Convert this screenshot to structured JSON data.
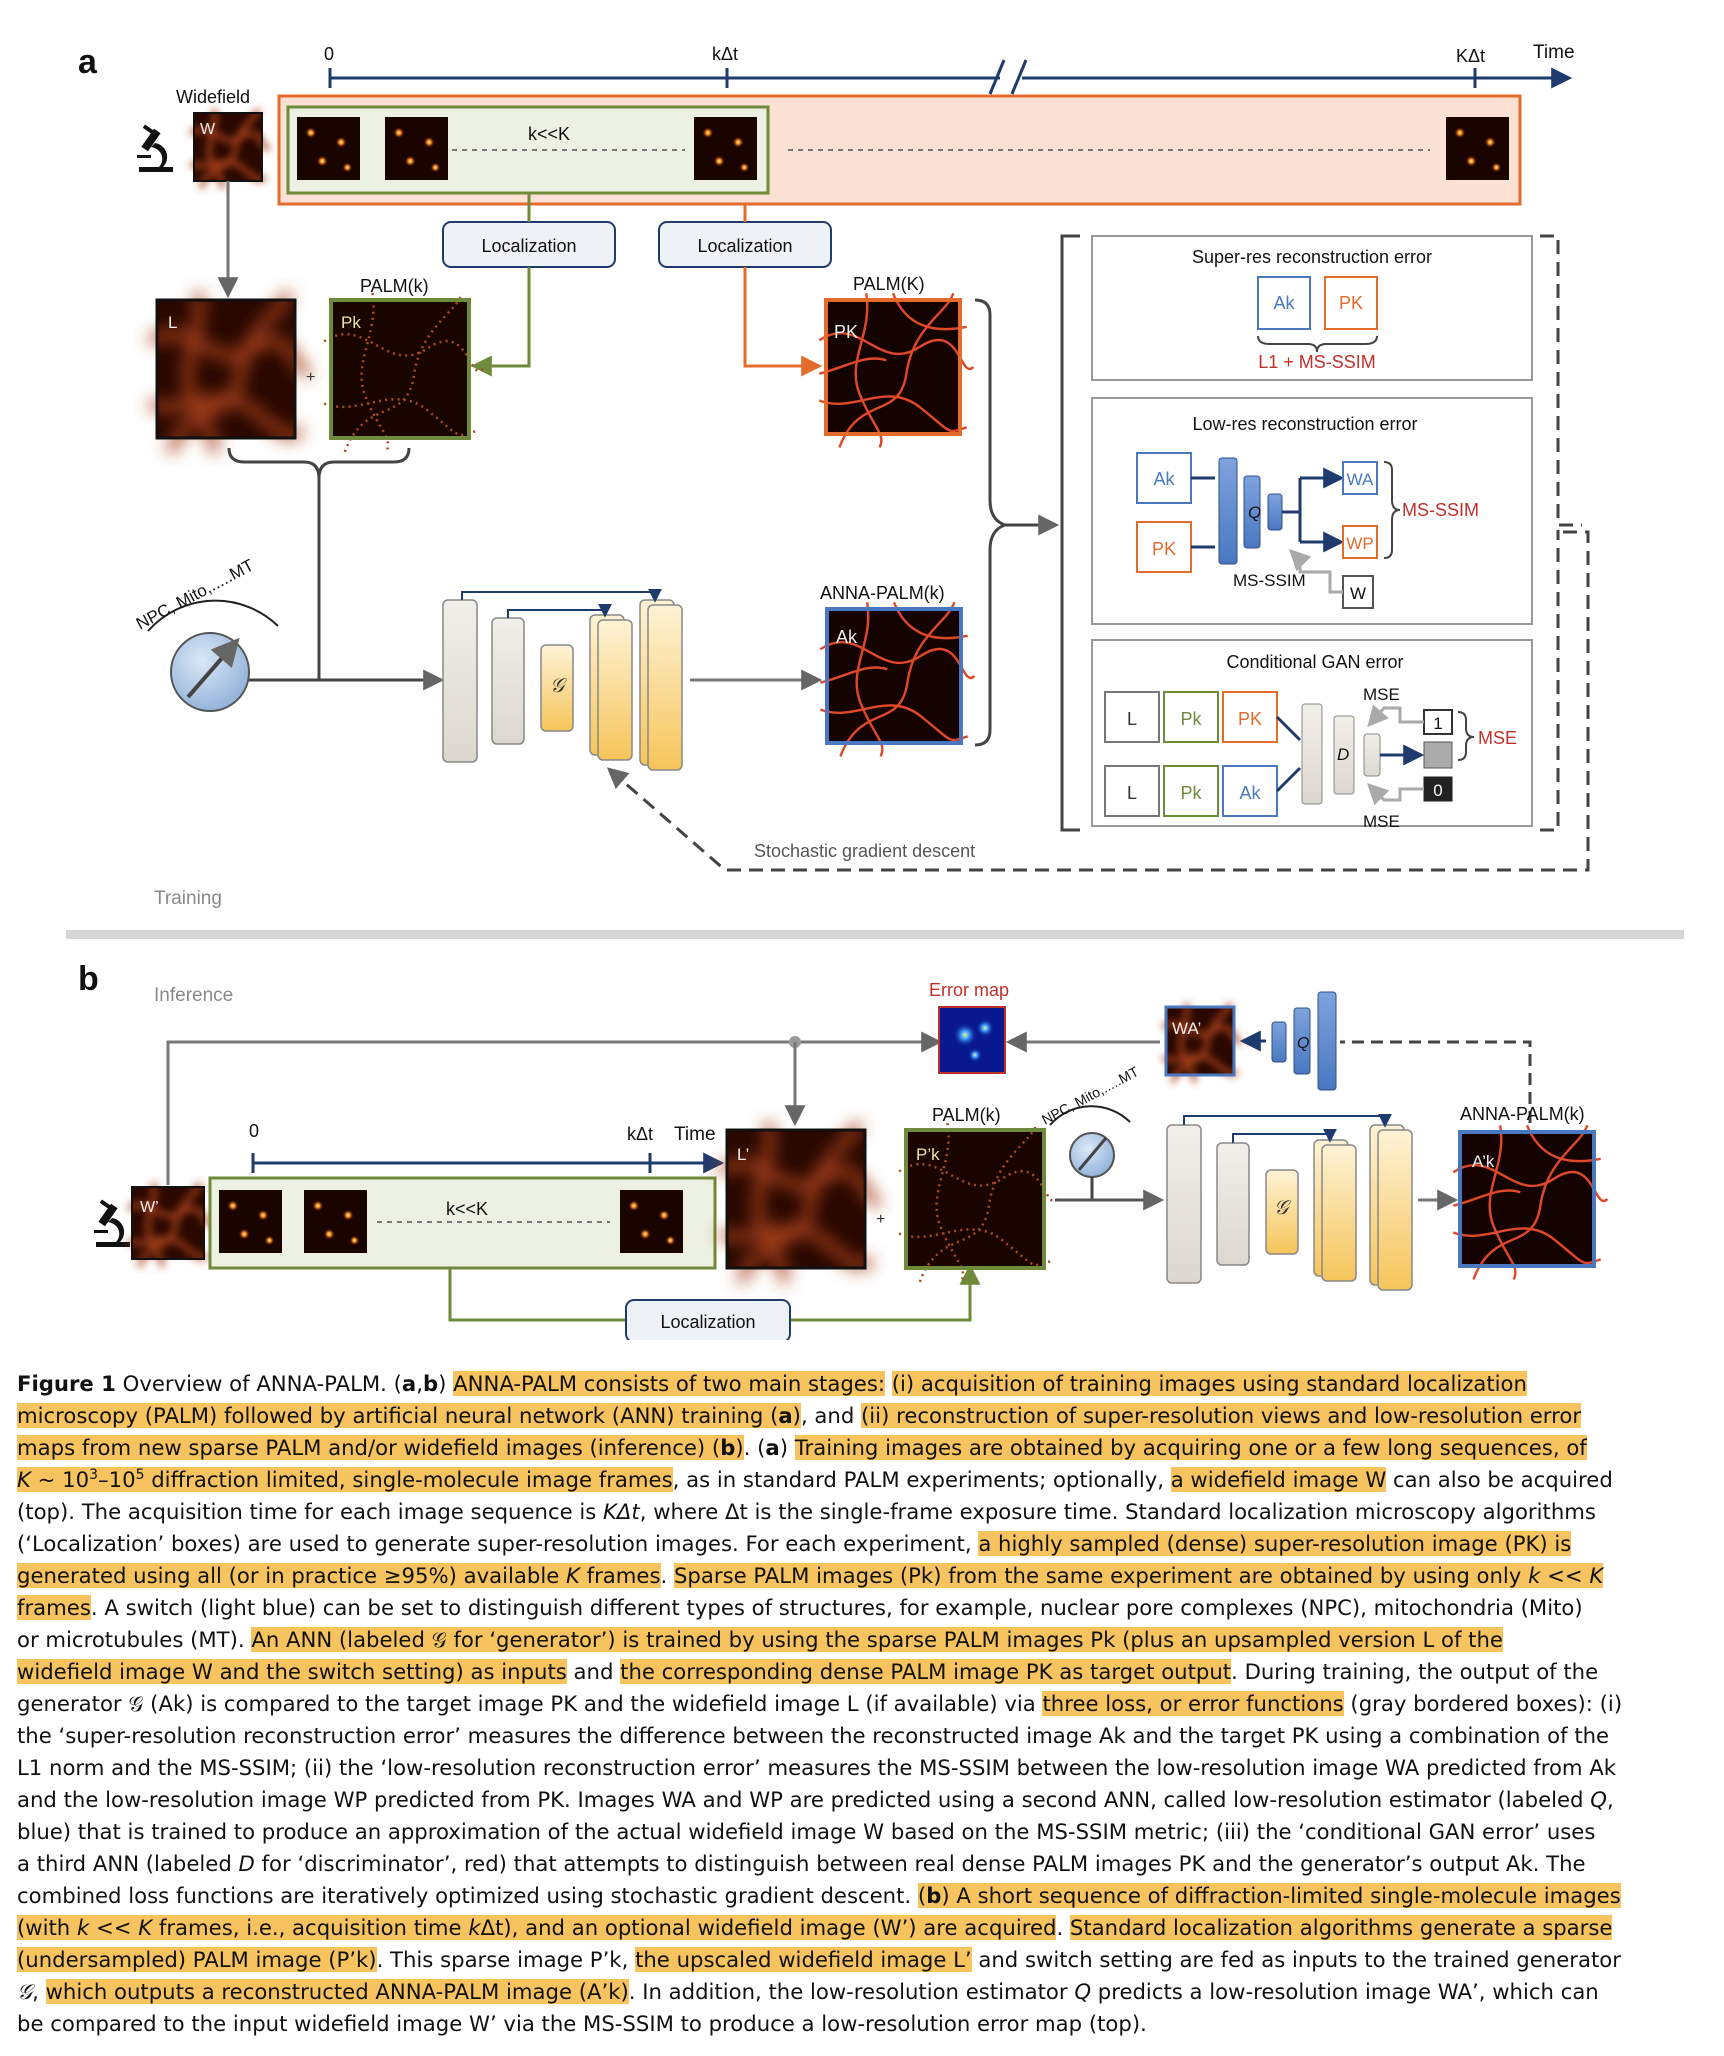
{
  "panel_a": {
    "label": "a",
    "time_axis": {
      "t0": "0",
      "tk": "kΔt",
      "tK": "KΔt",
      "title": "Time"
    },
    "widefield_title": "Widefield",
    "w_tag": "W",
    "k_lt_K": "k<<K",
    "localization": "Localization",
    "palm_k": "PALM(k)",
    "palm_K": "PALM(K)",
    "l_tag": "L",
    "pk_tag": "Pk",
    "PK_tag": "PK",
    "ak_tag": "Ak",
    "plus": "+",
    "anna_palm_k": "ANNA-PALM(k)",
    "switch_label": "NPC, Mito,.....MT",
    "g_symbol": "𝒢",
    "training": "Training",
    "sgd": "Stochastic gradient descent",
    "box1": {
      "title": "Super-res reconstruction error",
      "ak": "Ak",
      "pk": "PK",
      "metric": "L1 + MS-SSIM"
    },
    "box2": {
      "title": "Low-res reconstruction error",
      "ak": "Ak",
      "pk": "PK",
      "q": "Q",
      "wa": "WA",
      "wp": "WP",
      "w": "W",
      "msssim": "MS-SSIM",
      "msssim_red": "MS-SSIM"
    },
    "box3": {
      "title": "Conditional GAN error",
      "l": "L",
      "pk1": "Pk",
      "PK": "PK",
      "l2": "L",
      "pk2": "Pk",
      "ak": "Ak",
      "d": "D",
      "mse_top": "MSE",
      "mse_bottom": "MSE",
      "mse_red": "MSE",
      "one": "1",
      "zero": "0"
    }
  },
  "panel_b": {
    "label": "b",
    "inference": "Inference",
    "error_map": "Error map",
    "wa_prime": "WA’",
    "q": "Q",
    "time_axis": {
      "t0": "0",
      "tk": "kΔt",
      "title": "Time"
    },
    "w_prime": "W’",
    "k_lt_K": "k<<K",
    "l_prime": "L’",
    "plus": "+",
    "palm_k": "PALM(k)",
    "pk_prime": "P’k",
    "switch_label": "NPC, Mito,.....MT",
    "g_symbol": "𝒢",
    "anna_palm_k": "ANNA-PALM(k)",
    "ak_prime": "A’k",
    "localization": "Localization"
  },
  "caption": {
    "l1": {
      "fig": "Figure 1",
      "t1": "  Overview of ANNA-PALM. (",
      "a": "a",
      "comma": ",",
      "b": "b",
      "t2": ") ",
      "h1": "ANNA-PALM consists of two main stages:",
      "t3": " ",
      "h2": "(i) acquisition of training images using standard localization"
    },
    "l2": {
      "h1": "microscopy (PALM) followed by artificial neural network (ANN) training (",
      "a": "a",
      "h1b": ")",
      "t1": ", and ",
      "h2": "(ii) reconstruction of super-resolution views and low-resolution error"
    },
    "l3": {
      "h1": "maps from new sparse PALM and/or widefield images (inference) (",
      "b": "b",
      "h1b": ")",
      "t1": ". (",
      "a": "a",
      "t2": ") ",
      "h2": "Training images are obtained by acquiring one or a few long sequences, of"
    },
    "l4": {
      "hk": "K",
      "h1": " ~ 10",
      "s1": "3",
      "h2": "–10",
      "s2": "5",
      "h3": " diffraction limited, single-molecule image frames",
      "t1": ", as in standard PALM experiments; optionally, ",
      "h4": "a widefield image W",
      "t2": " can also be acquired"
    },
    "l5": {
      "t1": "(top). The acquisition time for each image sequence is ",
      "kdt": "KΔt",
      "t2": ", where Δt is the single-frame exposure time. Standard localization microscopy algorithms"
    },
    "l6": {
      "t1": "(‘Localization’ boxes) are used to generate super-resolution images. For each experiment, ",
      "h1": "a highly sampled (dense) super-resolution image (PK) is"
    },
    "l7": {
      "h1": "generated using all (or in practice ≥95%) available ",
      "hk": "K",
      "h1b": " frames",
      "t1": ". ",
      "h2": "Sparse PALM images (Pk) from the same experiment are obtained by using only ",
      "hk2": "k",
      "h3": " << ",
      "hK2": "K"
    },
    "l8": {
      "h1": "frames",
      "t1": ". A switch (light blue) can be set to distinguish different types of structures, for example, nuclear pore complexes (NPC), mitochondria (Mito)"
    },
    "l9": {
      "t1": "or microtubules (MT). ",
      "h1": "An ANN (labeled  𝒢  for ‘generator’) is trained by using the sparse PALM images Pk (plus an upsampled version L of the"
    },
    "l10": {
      "h1": "widefield image W and the switch setting) as inputs",
      "t1": " and ",
      "h2": "the corresponding dense PALM image PK as target output",
      "t2": ". During training, the output of the"
    },
    "l11": {
      "t1": "generator  𝒢  (Ak) is compared to the target image PK and the widefield image L (if available) via ",
      "h1": "three loss, or error functions",
      "t2": " (gray bordered boxes): (i)"
    },
    "l12": {
      "t1": "the ‘super-resolution reconstruction error’ measures the difference between the reconstructed image Ak and the target PK using a combination of the"
    },
    "l13": {
      "t1": "L1 norm and the MS-SSIM; (ii) the ‘low-resolution reconstruction error’ measures the MS-SSIM between the low-resolution image WA predicted from Ak"
    },
    "l14": {
      "t1": "and the low-resolution image WP predicted from PK. Images WA and WP are predicted using a second ANN, called low-resolution estimator (labeled ",
      "q": "Q",
      "t2": ","
    },
    "l15": {
      "t1": "blue) that is trained to produce an approximation of the actual widefield image W based on the MS-SSIM metric; (iii) the ‘conditional GAN error’ uses"
    },
    "l16": {
      "t1": "a third ANN (labeled ",
      "d": "D",
      "t2": " for ‘discriminator’, red) that attempts to distinguish between real dense PALM images PK and the generator’s output Ak. The"
    },
    "l17": {
      "t1": "combined loss functions are iteratively optimized using stochastic gradient descent. ",
      "h1": "(",
      "b": "b",
      "h1b": ") A short sequence of diffraction-limited single-molecule images"
    },
    "l18": {
      "h1": "(with ",
      "hk": "k",
      "h2": " << ",
      "hK": "K",
      "h3": " frames, i.e., acquisition time ",
      "hkdt": "k",
      "h4": "Δt), and an optional widefield image (W’) are acquired",
      "t1": ". ",
      "h5": "Standard localization algorithms generate a sparse"
    },
    "l19": {
      "h1": "(undersampled) PALM image (P’k)",
      "t1": ". This sparse image P’k, ",
      "h2": "the upscaled widefield image L’",
      "t2": " and switch setting are fed as inputs to the trained generator"
    },
    "l20": {
      "g": "𝒢",
      "t1": ", ",
      "h1": "which outputs a reconstructed ANNA-PALM image (A’k)",
      "t2": ". In addition, the low-resolution estimator ",
      "q": "Q",
      "t3": " predicts a low-resolution image WA’, which can"
    },
    "l21": {
      "t1": "be compared to the input widefield image W’ via the MS-SSIM to produce a low-resolution error map (top)."
    }
  },
  "colors": {
    "orange": "#e46b2b",
    "green": "#6e8a3a",
    "blue": "#4a78c0",
    "navy": "#1f3b6e",
    "red": "#c0302a",
    "highlight": "#f7c35f"
  }
}
